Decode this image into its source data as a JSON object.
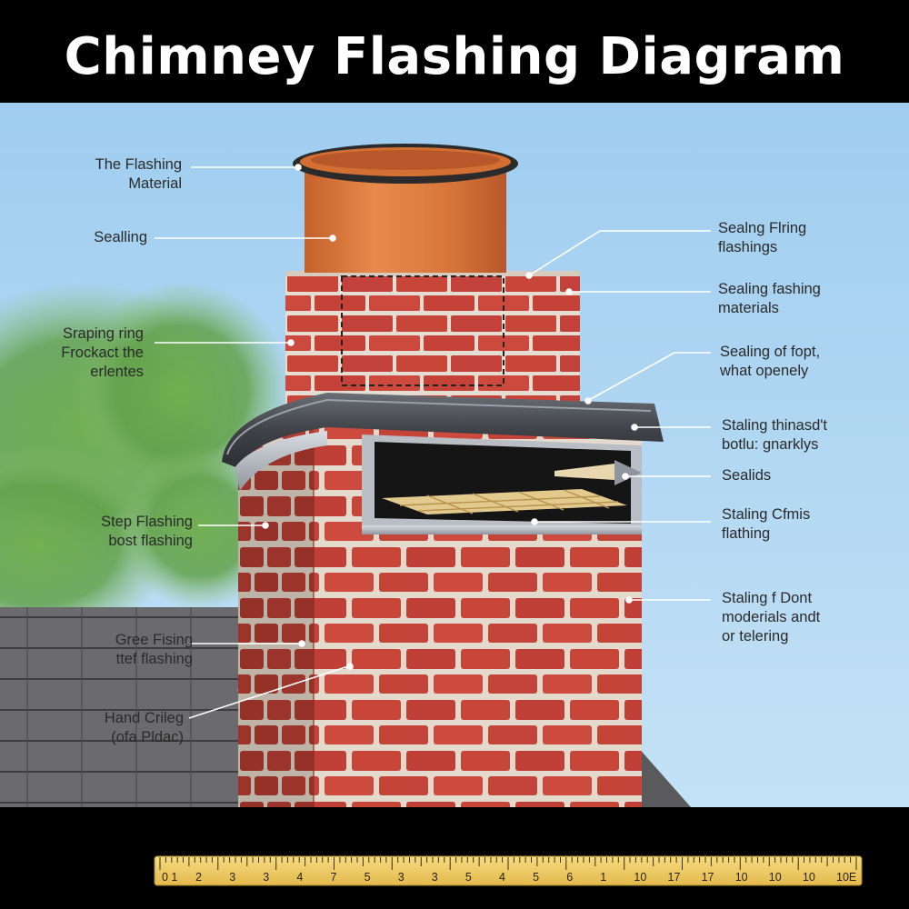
{
  "title": "Chimney Flashing Diagram",
  "colors": {
    "sky": "#a9d3f0",
    "brick": "#c8453a",
    "mortar": "#e6ddd2",
    "flue_pipe": "#d9773a",
    "flashing_metal": "#4a4d52",
    "roof_shingles": "#6e6e70",
    "ruler": "#f1cf6a"
  },
  "left_labels": [
    {
      "lines": [
        "The Flashing",
        "Material"
      ]
    },
    {
      "lines": [
        "Sealling"
      ]
    },
    {
      "lines": [
        "Sraping ring",
        "Frockact the",
        "erlentes"
      ]
    },
    {
      "lines": [
        "Step Flashing",
        "bost flashing"
      ]
    },
    {
      "lines": [
        "Gree Fising",
        "ttef flashing"
      ]
    },
    {
      "lines": [
        "Hand Crileg",
        "(ofa Pldac)"
      ]
    }
  ],
  "right_labels": [
    {
      "lines": [
        "Sealng Flring",
        "flashings"
      ]
    },
    {
      "lines": [
        "Sealing fashing",
        "materials"
      ]
    },
    {
      "lines": [
        "Sealing of fopt,",
        "what openely"
      ]
    },
    {
      "lines": [
        "Staling thinasd't",
        "botlu: gnarklys"
      ]
    },
    {
      "lines": [
        "Sealids"
      ]
    },
    {
      "lines": [
        "Staling Cfmis",
        "flathing"
      ]
    },
    {
      "lines": [
        "Staling f Dont",
        "moderials andt",
        "or telering"
      ]
    }
  ],
  "ruler": {
    "tick_labels": [
      "0 1",
      "2",
      "3",
      "3",
      "4",
      "7",
      "5",
      "3",
      "3",
      "5",
      "4",
      "5",
      "6",
      "1",
      "10",
      "17",
      "17",
      "10",
      "10",
      "10",
      "10E"
    ]
  }
}
